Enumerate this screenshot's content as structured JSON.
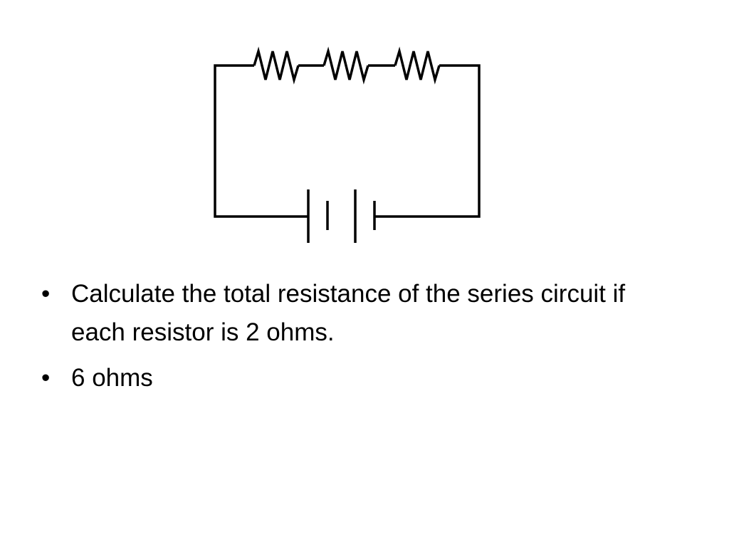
{
  "slide": {
    "bullets": [
      {
        "marker": "•",
        "text": "Calculate the total resistance of the series circuit if each resistor is 2 ohms."
      },
      {
        "marker": "•",
        "text": "6 ohms"
      }
    ]
  },
  "diagram": {
    "type": "series-circuit",
    "components": [
      {
        "kind": "resistor",
        "label": ""
      },
      {
        "kind": "resistor",
        "label": ""
      },
      {
        "kind": "resistor",
        "label": ""
      },
      {
        "kind": "battery",
        "cells": 2,
        "label": ""
      }
    ],
    "colors": {
      "stroke": "#000000",
      "background": "#ffffff"
    }
  }
}
